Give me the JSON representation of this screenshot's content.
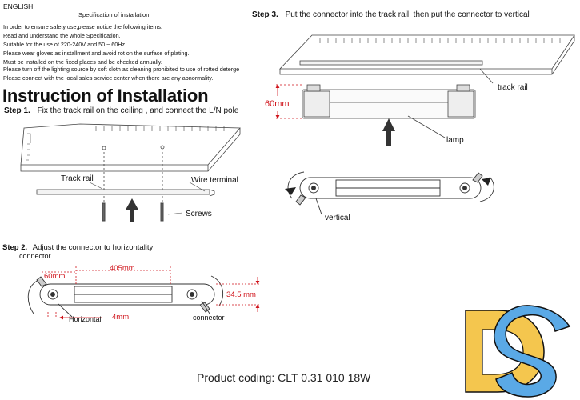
{
  "header": {
    "language": "ENGLISH",
    "spec_title": "Specification of installation",
    "notes": [
      "In order to ensure safety use,please notice the following items:",
      "Read and understand the whole Specification.",
      "Suitable for the use of 220-240V and 50 ~ 60Hz.",
      "Please wear gloves as installment and avoid rot on the surface of plating.",
      "Must be installed on the fixed places and be checked annually.",
      "Please turn off the lighting source by soft cloth as cleaning prohibited to use of rotted deterge",
      "Please connect with the local sales service center when there are any abnormality."
    ]
  },
  "main_title": "Instruction of Installation",
  "step1": {
    "label": "Step 1.",
    "text": "Fix the track rail on the ceiling , and connect the L/N pole",
    "labels": {
      "track_rail": "Track rail",
      "wire_terminal": "Wire terminal",
      "screws": "Screws"
    }
  },
  "step2": {
    "label": "Step 2.",
    "text": "Adjust the connector to horizontality",
    "labels": {
      "connector_left": "connector",
      "connector_right": "connector",
      "horizontal": "Horizontal",
      "dim_60": "60mm",
      "dim_405": "405mm",
      "dim_345": "34.5 mm",
      "dim_4": "4mm"
    }
  },
  "step3": {
    "label": "Step 3.",
    "text": "Put the connector into the track rail, then put the connector to vertical",
    "labels": {
      "track_rail": "track rail",
      "dim_60": "60mm",
      "lamp": "lamp",
      "vertical": "vertical"
    }
  },
  "footer": {
    "product_coding": "Product coding: CLT 0.31 010 18W"
  },
  "logo": {
    "letters": "DS",
    "colors": {
      "d": "#f4c64e",
      "s": "#5aa9e6"
    }
  }
}
